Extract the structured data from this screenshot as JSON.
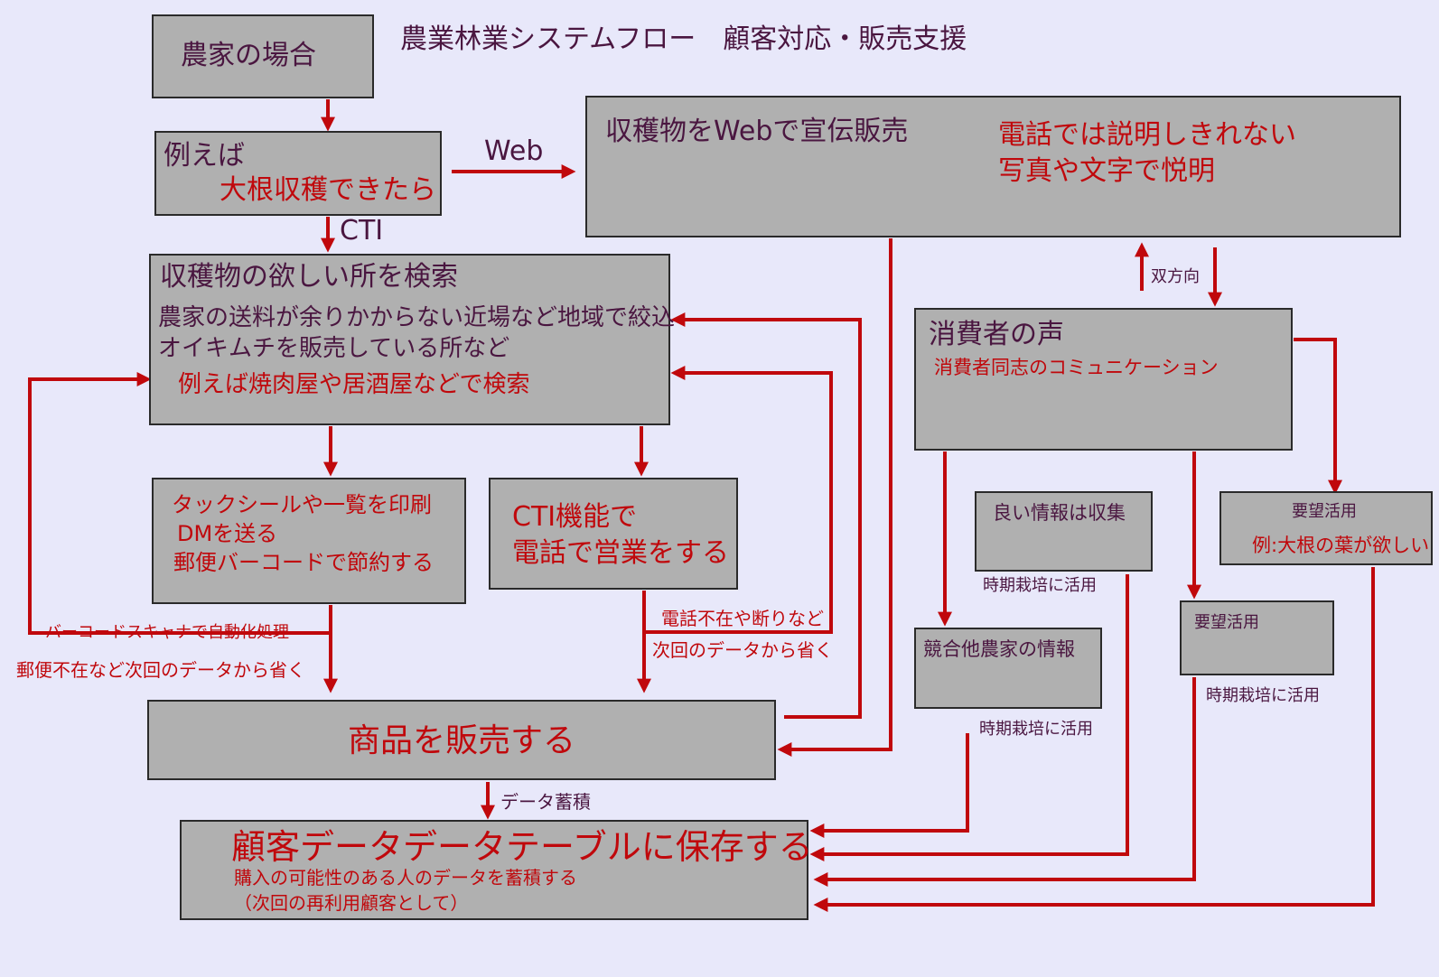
{
  "title": "農業林業システムフロー　顧客対応・販売支援",
  "colors": {
    "background": "#e8e8fa",
    "box_fill": "#b0b0b0",
    "arrow": "#c0080c",
    "dark_text": "#4a1640",
    "red_text": "#c0080c"
  },
  "nodes": {
    "farmer": {
      "label": "農家の場合"
    },
    "example": {
      "line1": "例えば",
      "line2": "大根収穫できたら"
    },
    "web_sales": {
      "line1": "収穫物をWebで宣伝販売",
      "note1": "電話では説明しきれない",
      "note2": "写真や文字で悦明"
    },
    "search": {
      "line1": "収穫物の欲しい所を検索",
      "line2": "農家の送料が余りかからない近場など地域で絞込",
      "line3": "オイキムチを販売している所など",
      "line4": "例えば焼肉屋や居酒屋などで検索"
    },
    "consumer_voice": {
      "title": "消費者の声",
      "sub": "消費者同志のコミュニケーション"
    },
    "label_print": {
      "line1": "タックシールや一覧を印刷",
      "line2": "DMを送る",
      "line3": "郵便バーコードで節約する"
    },
    "cti_function": {
      "line1": "CTI機能で",
      "line2": "電話で営業をする"
    },
    "good_info": {
      "label": "良い情報は収集"
    },
    "request_use_right": {
      "label": "要望活用",
      "example": "例:大根の葉が欲しい"
    },
    "competitor": {
      "label": "競合他農家の情報"
    },
    "request_use_mid": {
      "label": "要望活用"
    },
    "sell": {
      "label": "商品を販売する"
    },
    "save": {
      "line1": "顧客データデータテーブルに保存する",
      "line2": "購入の可能性のある人のデータを蓄積する",
      "line3": "（次回の再利用顧客として）"
    }
  },
  "edge_labels": {
    "web": "Web",
    "cti": "CTI",
    "bidirectional": "双方向",
    "barcode_scanner": "バーコードスキャナで自動化処理",
    "postal_absence": "郵便不在など次回のデータから省く",
    "phone_absence": "電話不在や断りなど",
    "next_data_skip": "次回のデータから省く",
    "data_accumulate": "データ蓄積",
    "seasonal_good_info": "時期栽培に活用",
    "seasonal_competitor": "時期栽培に活用",
    "seasonal_request_mid": "時期栽培に活用"
  }
}
